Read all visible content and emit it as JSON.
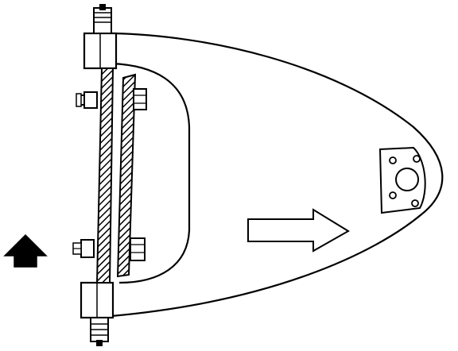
{
  "figure": {
    "subject": "control-arm",
    "ink": "#000000",
    "paper": "#ffffff",
    "components": [
      "control-arm-body",
      "inner-cutout",
      "pivot-shaft",
      "alignment-shim",
      "upper-bushing-housing",
      "lower-bushing-housing",
      "upper-nut",
      "lower-nut",
      "upper-mounting-bolt",
      "lower-mounting-bolt",
      "ball-joint-flange",
      "outward-arrow",
      "forward-arrow"
    ]
  }
}
